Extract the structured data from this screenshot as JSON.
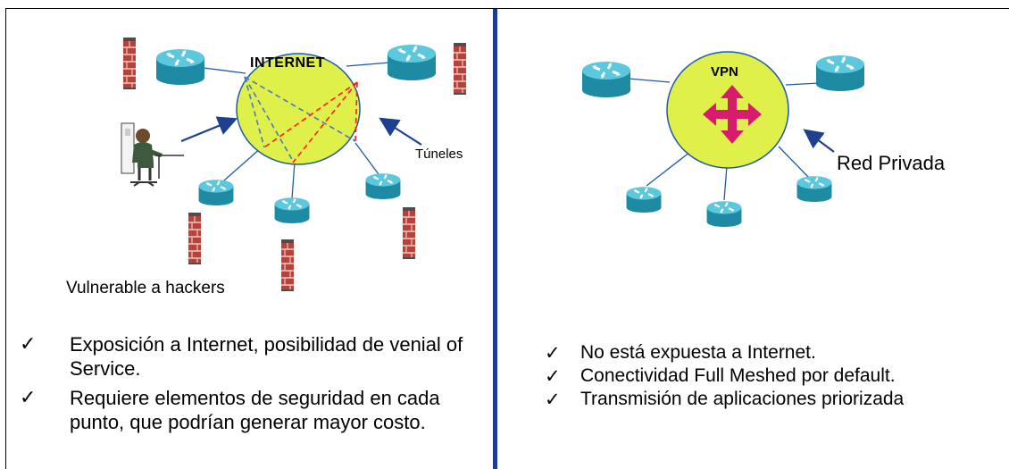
{
  "left": {
    "cloud_label": "INTERNET",
    "tunnels_label": "Túneles",
    "caption": "Vulnerable a hackers",
    "bullets": [
      "Exposición a Internet, posibilidad de venial of Service.",
      "Requiere elementos de seguridad en cada punto, que podrían generar mayor costo."
    ]
  },
  "right": {
    "cloud_label": "VPN",
    "private_label": "Red Privada",
    "bullets": [
      "No está expuesta a Internet.",
      "Conectividad Full Meshed por default.",
      "Transmisión de aplicaciones priorizada"
    ]
  },
  "check_mark": "✓",
  "colors": {
    "cloud_fill": "#e0f04b",
    "router": "#33b5cc",
    "firewall": "#c24a3a",
    "arrow": "#1f3f8f",
    "tunnel_blue": "#4a78c8",
    "tunnel_red": "#ff1a1a",
    "vpn_cross": "#d71c6e",
    "divider": "#1f3a93"
  },
  "icons": [
    "router-icon",
    "firewall-icon",
    "hacker-icon",
    "arrow-icon",
    "move-cross-icon"
  ]
}
